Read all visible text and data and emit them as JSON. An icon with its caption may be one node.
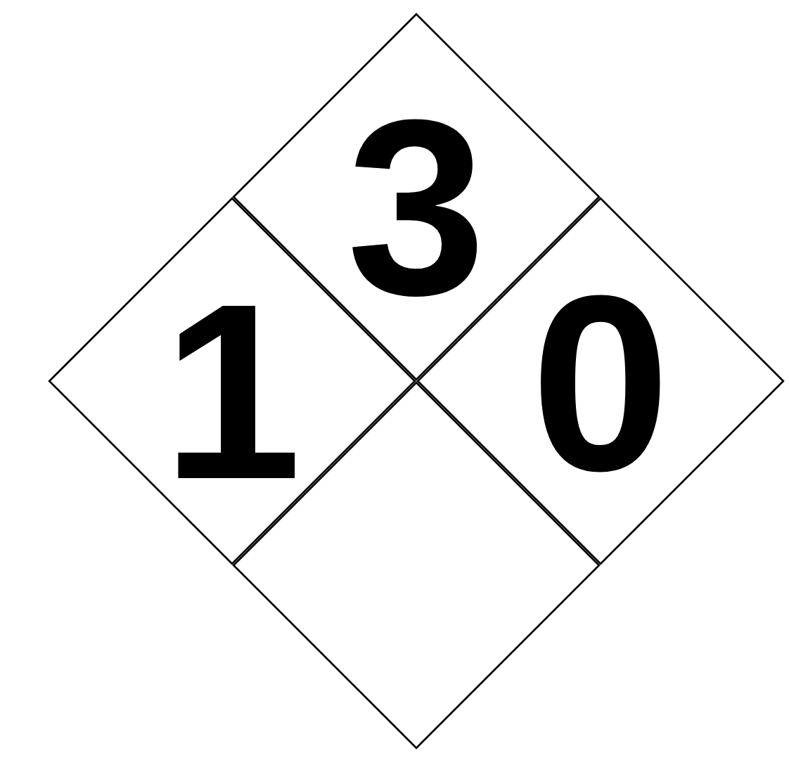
{
  "diagram": {
    "nodes": [
      {
        "text": [
          "3"
        ]
      },
      {
        "text": [
          "1"
        ]
      },
      {
        "text": [
          "0"
        ]
      },
      {
        "text": [],
        "shape": "diamond"
      }
    ]
  }
}
